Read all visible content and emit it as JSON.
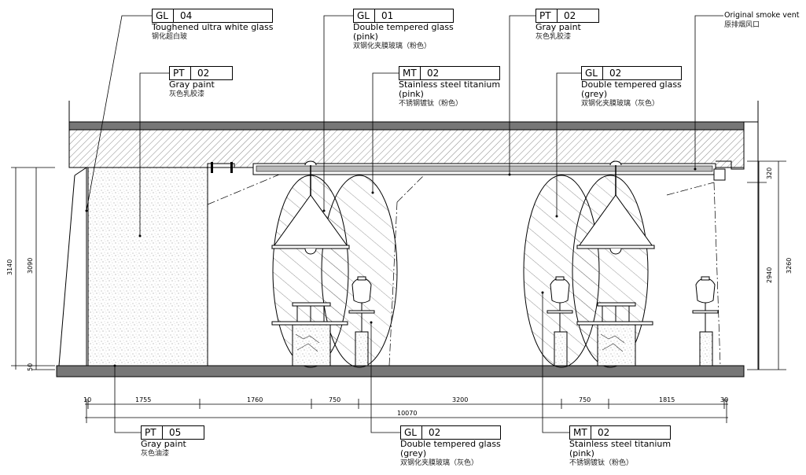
{
  "callouts": {
    "gl04_top": {
      "code": "GL",
      "num": "04",
      "en": "Toughened ultra white glass",
      "cn": "钢化超白玻"
    },
    "pt02_left": {
      "code": "PT",
      "num": "02",
      "en": "Gray paint",
      "cn": "灰色乳胶漆"
    },
    "gl01_top": {
      "code": "GL",
      "num": "01",
      "en": "Double tempered glass\n(pink)",
      "cn": "双钢化夹膜玻璃（粉色）"
    },
    "mt02_top": {
      "code": "MT",
      "num": "02",
      "en": "Stainless steel titanium\n(pink)",
      "cn": "不锈钢镀钛（粉色）"
    },
    "pt02_right": {
      "code": "PT",
      "num": "02",
      "en": "Gray paint",
      "cn": "灰色乳胶漆"
    },
    "gl02_top": {
      "code": "GL",
      "num": "02",
      "en": "Double tempered glass\n(grey)",
      "cn": "双钢化夹膜玻璃（灰色）"
    },
    "pt05_bottom": {
      "code": "PT",
      "num": "05",
      "en": "Gray paint",
      "cn": "灰色油漆"
    },
    "gl02_bottom": {
      "code": "GL",
      "num": "02",
      "en": "Double tempered glass\n(grey)",
      "cn": "双钢化夹膜玻璃（灰色）"
    },
    "mt02_bottom": {
      "code": "MT",
      "num": "02",
      "en": "Stainless steel titanium\n(pink)",
      "cn": "不锈钢镀钛（粉色）"
    }
  },
  "smoke_vent": {
    "en": "Original smoke vent",
    "cn": "原排烟风口"
  },
  "dimensions": {
    "horizontal": [
      "10",
      "1755",
      "1760",
      "750",
      "3200",
      "750",
      "1815",
      "30"
    ],
    "total": "10070",
    "left_outer": "3140",
    "left_inner": "3090",
    "left_bottom": "50",
    "right_top": "320",
    "right_inner": "2940",
    "right_outer": "3260"
  }
}
